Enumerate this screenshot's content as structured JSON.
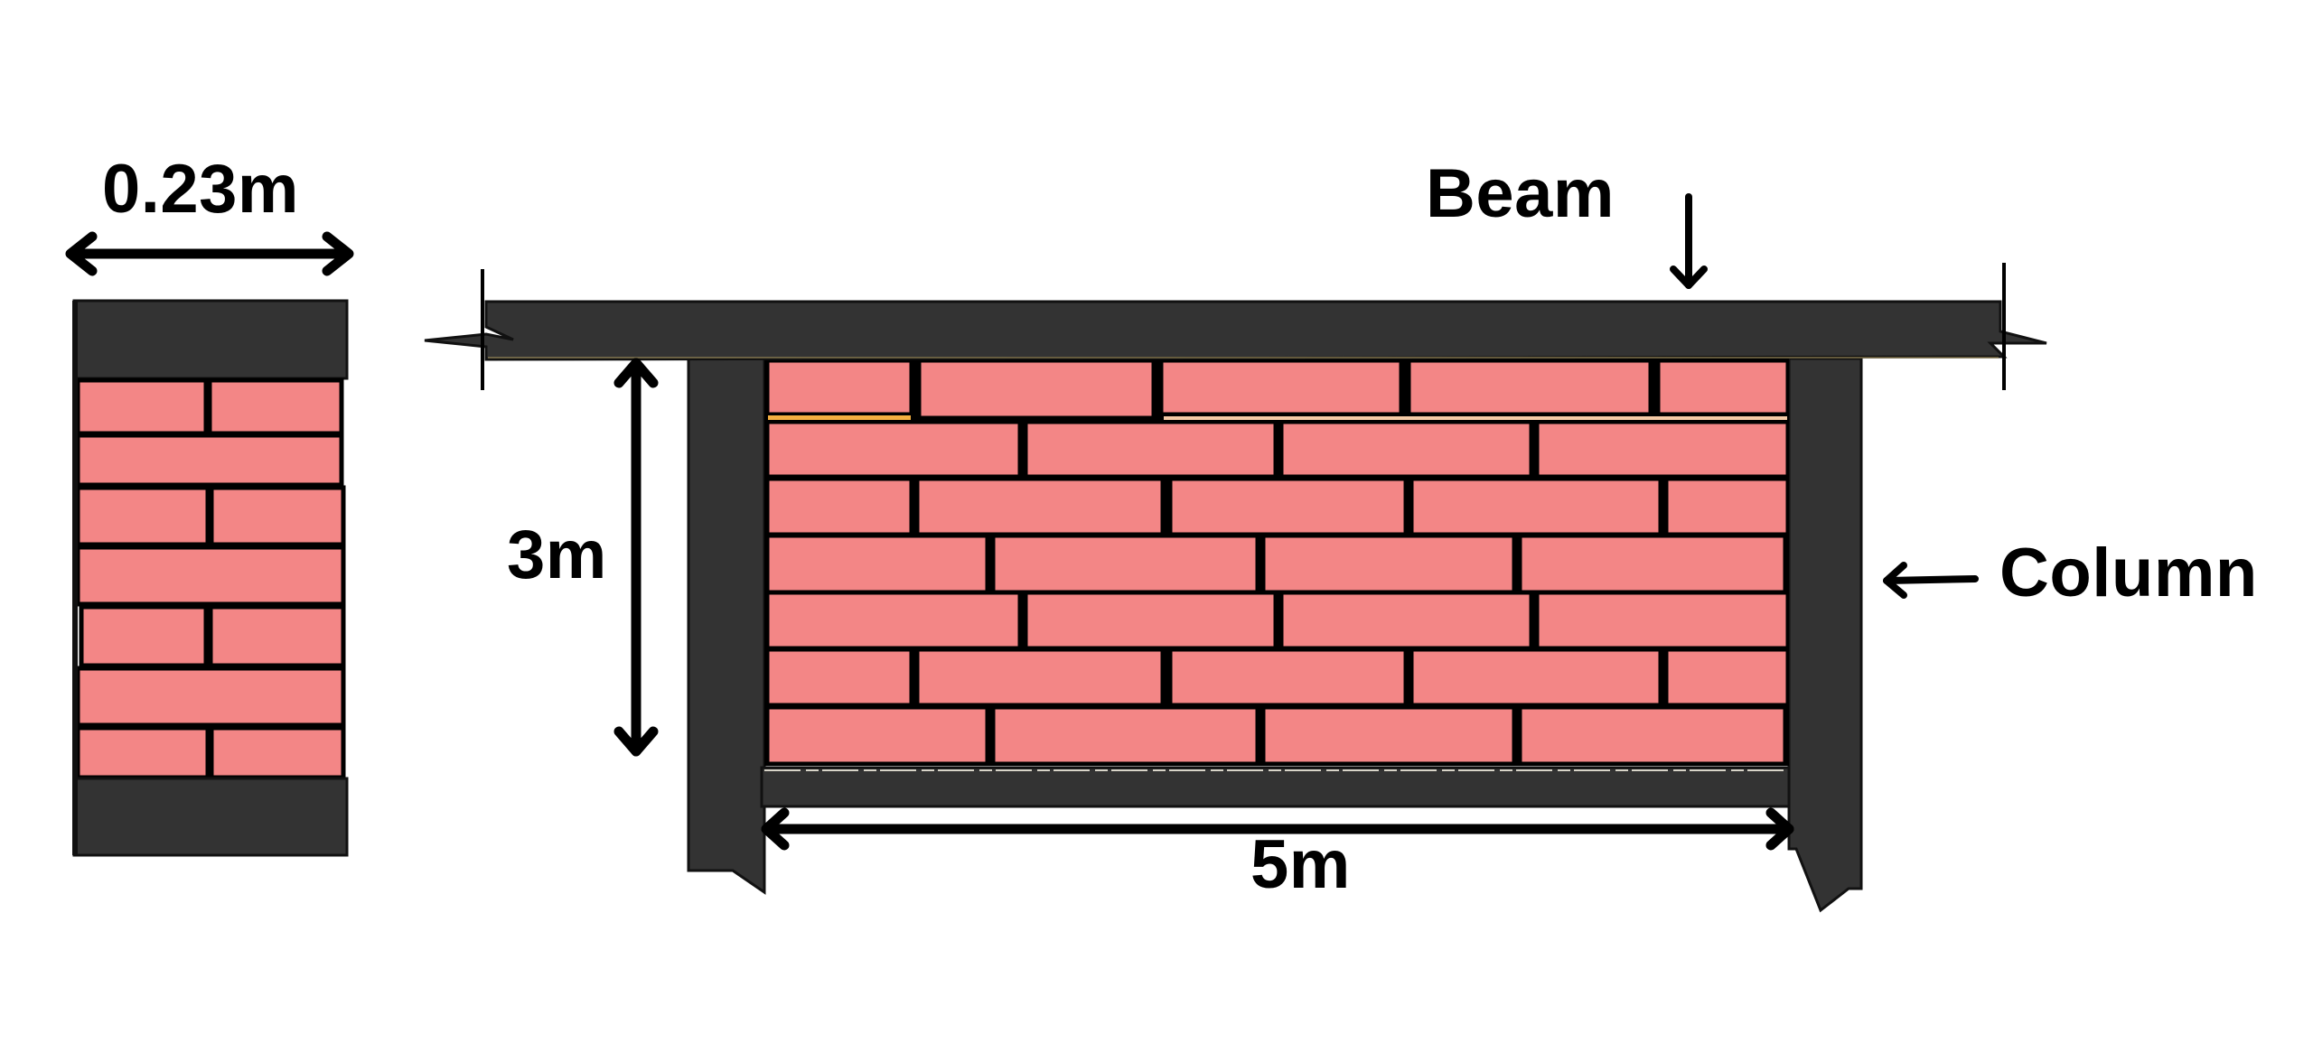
{
  "diagram": {
    "type": "wall elevation and cross-section",
    "labels": {
      "wall_thickness": "0.23m",
      "beam": "Beam",
      "column": "Column",
      "wall_height": "3m",
      "wall_length": "5m"
    },
    "dimensions": {
      "thickness_m": 0.23,
      "height_m": 3,
      "length_m": 5
    },
    "components": [
      "cross-section",
      "beam",
      "left-column",
      "right-column",
      "plinth-beam",
      "brick-wall"
    ],
    "brick_courses_elevation": 7,
    "brick_courses_section": 7
  },
  "colors": {
    "brick": "#F38686",
    "mortar": "#000000",
    "concrete": "#333333",
    "background": "#FFFFFF",
    "text": "#000000"
  }
}
